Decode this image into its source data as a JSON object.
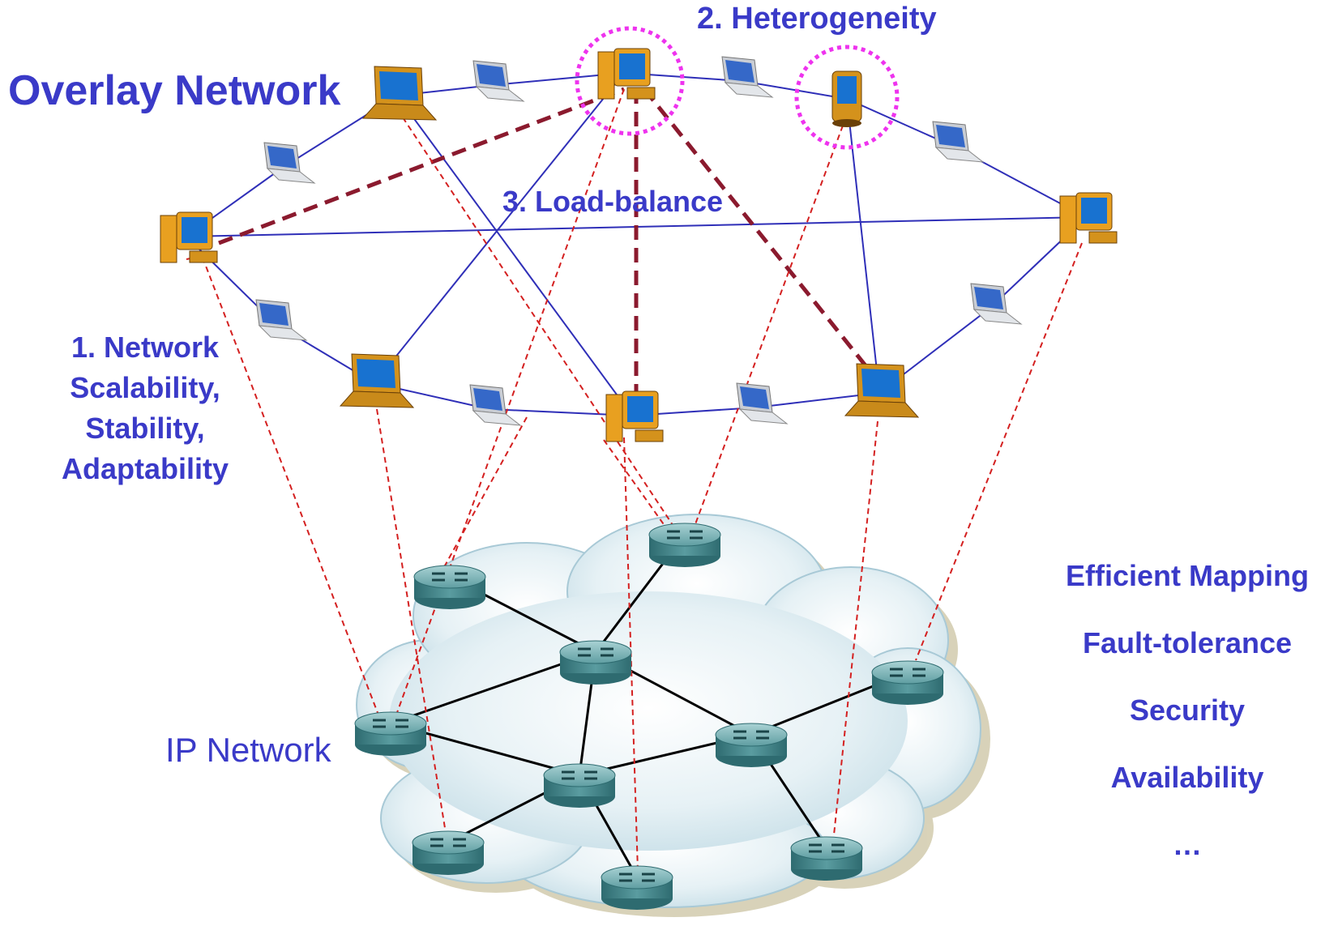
{
  "title": "Overlay Network",
  "annotations": {
    "network_properties": [
      "1. Network",
      "Scalability,",
      "Stability,",
      "Adaptability"
    ],
    "heterogeneity": "2. Heterogeneity",
    "load_balance": "3. Load-balance"
  },
  "ip_network_label": "IP Network",
  "requirements": [
    "Efficient Mapping",
    "Fault-tolerance",
    "Security",
    "Availability",
    "…"
  ],
  "colors": {
    "label_blue": "#3a3ac8",
    "overlay_link": "#2f2fb8",
    "mapping_link": "#d42020",
    "load_link": "#8b1a2e",
    "highlight": "#ee33ee",
    "cloud": "#d5e8ef",
    "router": "#3f8488",
    "desktop": "#e8a020",
    "screen": "#1872d0"
  },
  "node_types": [
    "desktop-icon",
    "laptop-icon",
    "small-laptop-icon",
    "pda-icon",
    "router-icon"
  ]
}
